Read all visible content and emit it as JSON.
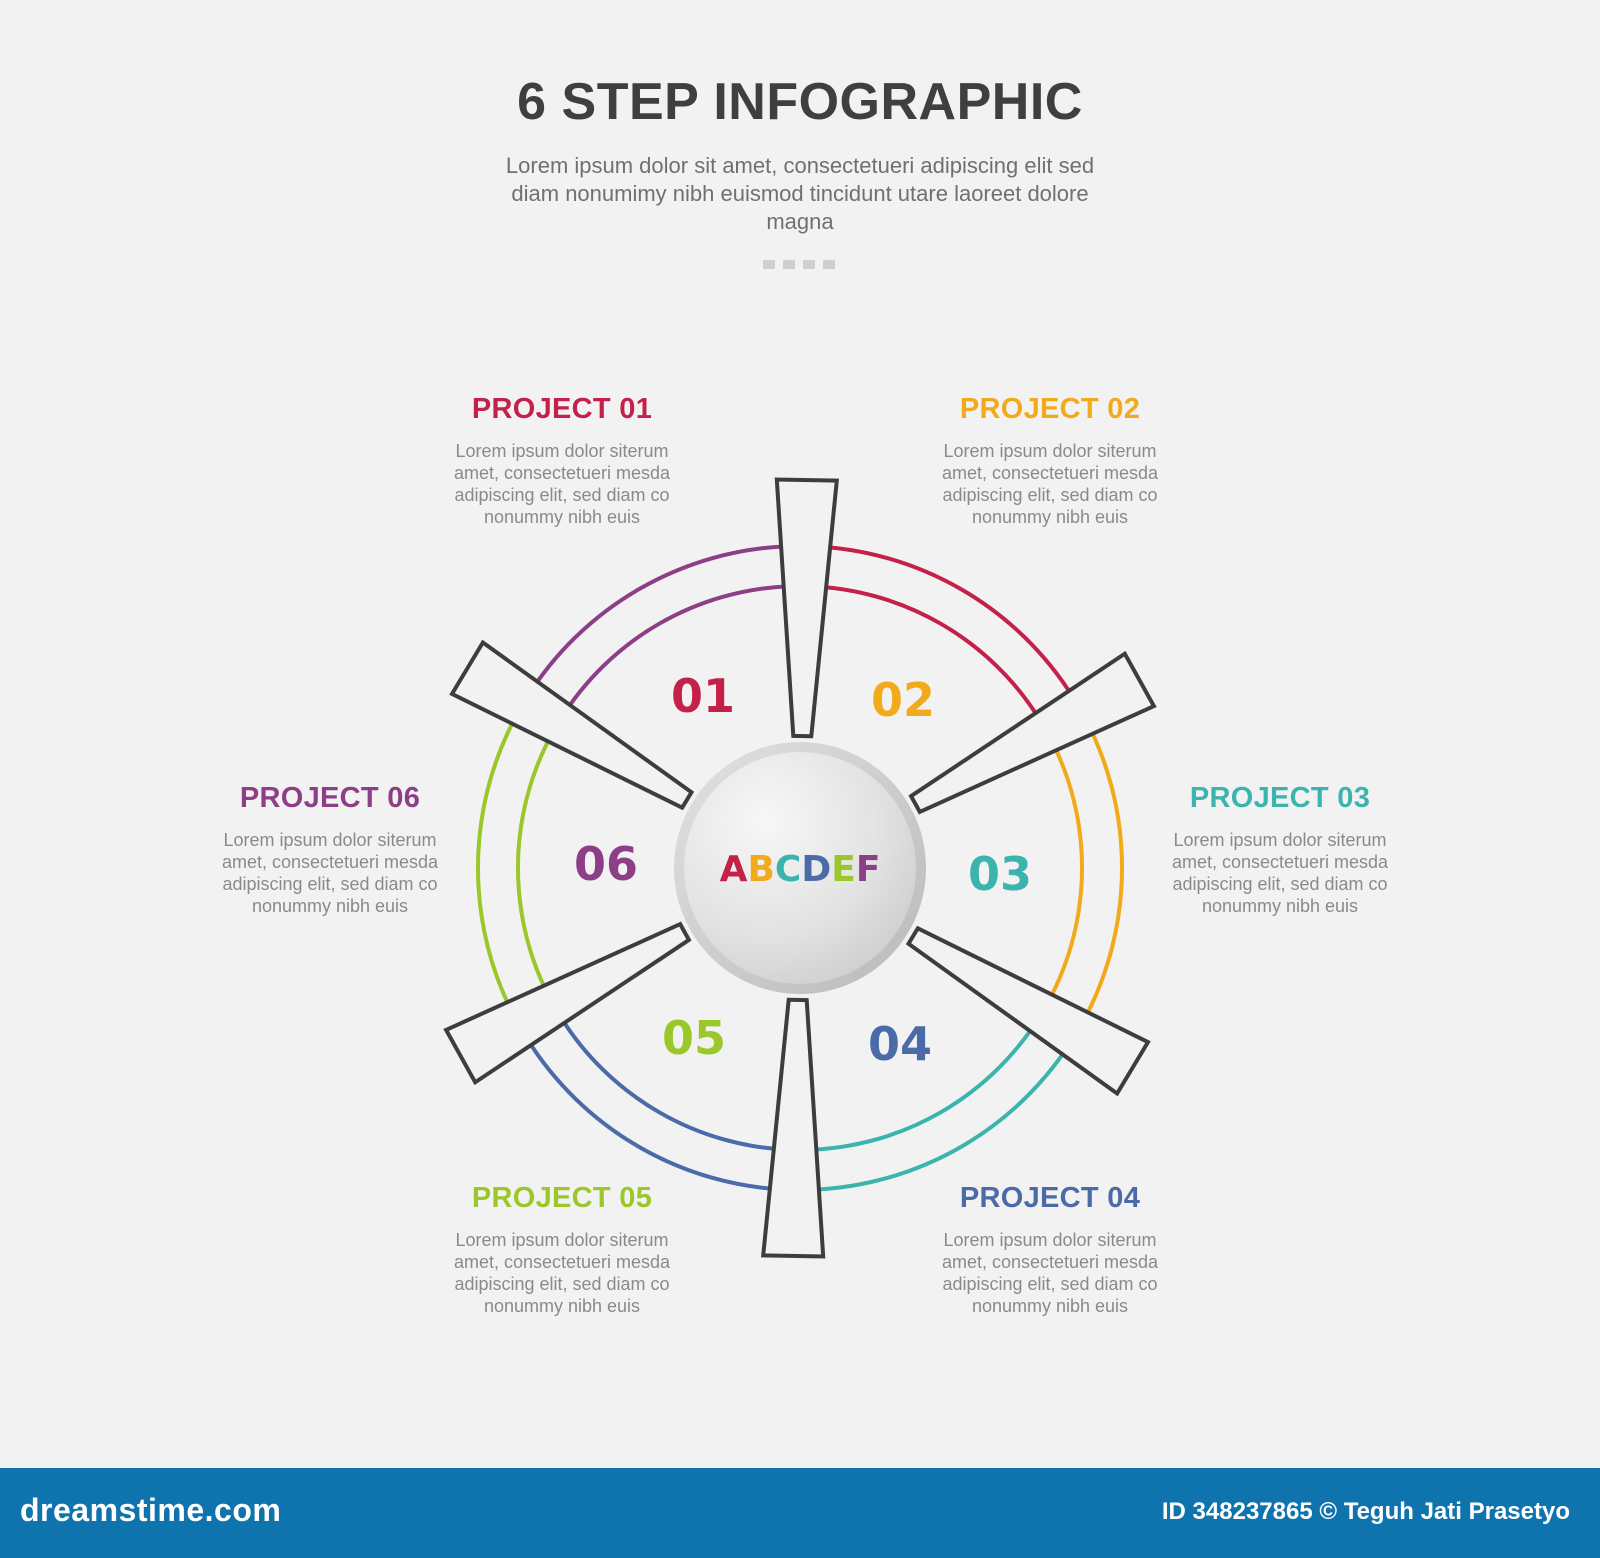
{
  "header": {
    "title": "6 STEP INFOGRAPHIC",
    "subtitle": "Lorem ipsum dolor sit amet, consectetueri adipiscing elit sed diam nonumimy nibh euismod tincidunt utare laoreet dolore magna"
  },
  "center": {
    "letters": [
      "A",
      "B",
      "C",
      "D",
      "E",
      "F"
    ]
  },
  "steps": [
    {
      "number": "01",
      "title": "PROJECT 01",
      "description": "Lorem ipsum dolor siterum amet, consectetueri mesda adipiscing elit, sed diam co nonummy nibh euis",
      "color": "#c4214a"
    },
    {
      "number": "02",
      "title": "PROJECT 02",
      "description": "Lorem ipsum dolor siterum amet, consectetueri mesda adipiscing elit, sed diam co nonummy nibh euis",
      "color": "#f1aa1b"
    },
    {
      "number": "03",
      "title": "PROJECT 03",
      "description": "Lorem ipsum dolor siterum amet, consectetueri mesda adipiscing elit, sed diam co nonummy nibh euis",
      "color": "#3bb4ad"
    },
    {
      "number": "04",
      "title": "PROJECT 04",
      "description": "Lorem ipsum dolor siterum amet, consectetueri mesda adipiscing elit, sed diam co nonummy nibh euis",
      "color": "#4a6aa8"
    },
    {
      "number": "05",
      "title": "PROJECT 05",
      "description": "Lorem ipsum dolor siterum amet, consectetueri mesda adipiscing elit, sed diam co nonummy nibh euis",
      "color": "#9ac82a"
    },
    {
      "number": "06",
      "title": "PROJECT 06",
      "description": "Lorem ipsum dolor siterum amet, consectetueri mesda adipiscing elit, sed diam co nonummy nibh euis",
      "color": "#8c3e86"
    }
  ],
  "footer": {
    "brand": "dreamstime.com",
    "credit": "ID 348237865 © Teguh Jati Prasetyo"
  },
  "colors": {
    "background": "#f2f2f2",
    "spoke_stroke": "#3d3d3d",
    "footer_bar": "#0f74ad"
  }
}
